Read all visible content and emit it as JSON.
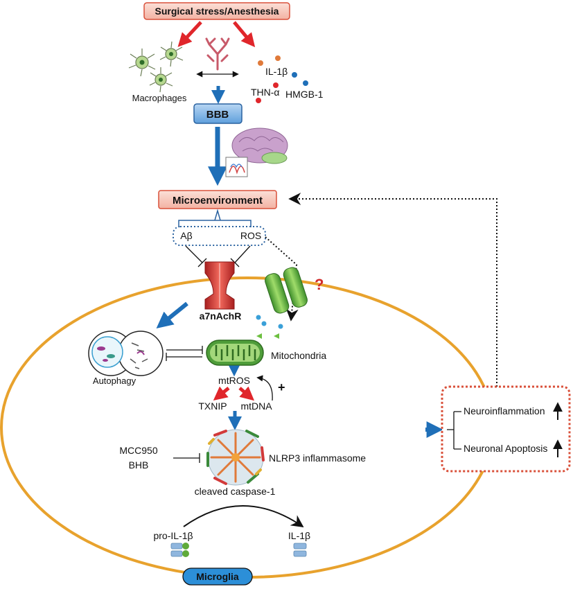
{
  "labels": {
    "surgical_stress": "Surgical stress/Anesthesia",
    "macrophages": "Macrophages",
    "il1b_top": "IL-1β",
    "thn_alpha": "THN-α",
    "hmgb1": "HMGB-1",
    "bbb": "BBB",
    "microenvironment": "Microenvironment",
    "abeta": "Aβ",
    "ros": "ROS",
    "question_mark": "?",
    "a7nachr": "a7nAchR",
    "autophagy": "Autophagy",
    "mitochondria": "Mitochondria",
    "mtros": "mtROS",
    "plus": "+",
    "txnip": "TXNIP",
    "mtdna": "mtDNA",
    "mcc950": "MCC950",
    "bhb": "BHB",
    "nlrp3": "NLRP3 inflammasome",
    "cleaved_caspase": "cleaved caspase-1",
    "pro_il1b": "pro-IL-1β",
    "il1b_bottom": "IL-1β",
    "microglia": "Microglia",
    "neuroinflammation": "Neuroinflammation",
    "neuronal_apoptosis": "Neuronal Apoptosis"
  },
  "colors": {
    "red_arrow": "#e0262b",
    "blue_arrow": "#1f6fb8",
    "cell_membrane": "#e8a22d",
    "pink_box_fill": "#f7c9bd",
    "pink_box_stroke": "#d9503a",
    "bbb_fill": "#7fb3e6",
    "microglia_fill": "#2c8fd8",
    "receptor_red": "#d63a3a",
    "channel_green": "#6cbf3f",
    "mito_green": "#4f9d3a"
  },
  "icons": [
    "macrophage-icon",
    "blood-vessel-icon",
    "brain-icon",
    "receptor-icon",
    "ion-channel-icon",
    "autophagy-icon",
    "mitochondria-icon",
    "inflammasome-icon",
    "protein-icon"
  ]
}
